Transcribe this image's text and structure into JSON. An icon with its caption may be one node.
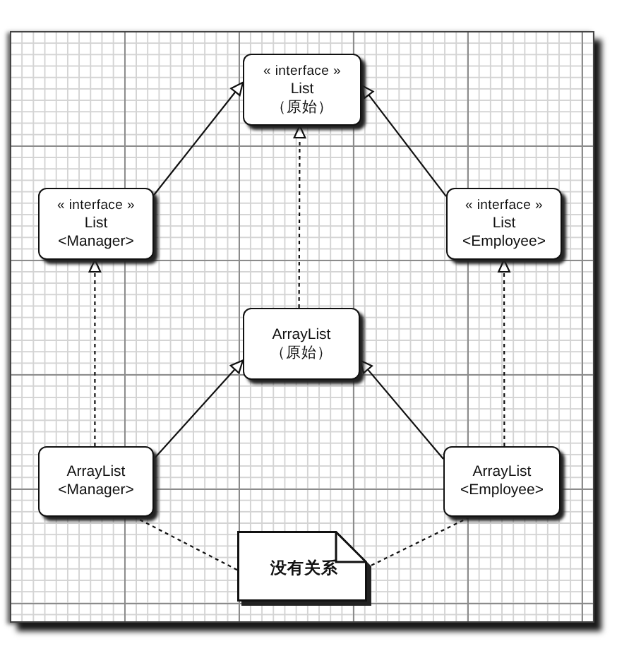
{
  "diagram": {
    "nodes": [
      {
        "text": [
          "« interface »",
          "List （原始）"
        ]
      },
      {
        "text": [
          "« interface »",
          "List <Manager>"
        ]
      },
      {
        "text": [
          "« interface »",
          "List <Employee>"
        ]
      },
      {
        "text": [
          "ArrayList （原始）"
        ]
      },
      {
        "text": [
          "ArrayList <Manager>"
        ]
      },
      {
        "text": [
          "ArrayList <Employee>"
        ]
      },
      {
        "text": [
          "没有关系"
        ]
      }
    ],
    "edges": [
      {
        "from": 1,
        "to": 0,
        "arrow": "to"
      },
      {
        "from": 2,
        "to": 0,
        "arrow": "to"
      },
      {
        "from": 3,
        "to": 0,
        "arrow": "to",
        "style": "dashed"
      },
      {
        "from": 4,
        "to": 1,
        "arrow": "to",
        "style": "dashed"
      },
      {
        "from": 5,
        "to": 2,
        "arrow": "to",
        "style": "dashed"
      },
      {
        "from": 4,
        "to": 3,
        "arrow": "to"
      },
      {
        "from": 5,
        "to": 3,
        "arrow": "to"
      },
      {
        "from": 6,
        "to": 4,
        "arrow": "none",
        "style": "dashed"
      },
      {
        "from": 6,
        "to": 5,
        "arrow": "none",
        "style": "dashed"
      }
    ]
  }
}
